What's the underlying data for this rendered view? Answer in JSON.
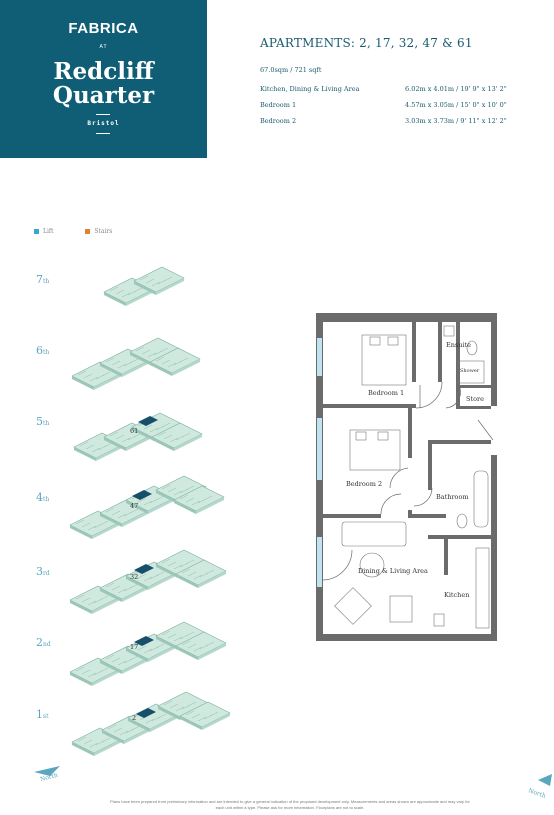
{
  "brand": {
    "name": "FABRICA",
    "at": "AT",
    "development_line1": "Redcliff",
    "development_line2": "Quarter",
    "city": "Bristol"
  },
  "header": {
    "title": "APARTMENTS: 2, 17, 32, 47 & 61",
    "area": "67.0sqm / 721 sqft"
  },
  "specs": [
    {
      "room": "Kitchen, Dining & Living Area",
      "size": "6.02m x 4.01m / 19' 9\" x 13' 2\""
    },
    {
      "room": "Bedroom 1",
      "size": "4.57m x 3.05m / 15' 0\" x 10' 0\""
    },
    {
      "room": "Bedroom 2",
      "size": "3.03m x 3.73m / 9' 11\" x 12' 2\""
    }
  ],
  "legend": {
    "lift_label": "Lift",
    "stairs_label": "Stairs",
    "lift_color": "#35a9d0",
    "stairs_color": "#e0832f"
  },
  "floors": [
    {
      "num": "7",
      "suffix": "th",
      "apartment": ""
    },
    {
      "num": "6",
      "suffix": "th",
      "apartment": ""
    },
    {
      "num": "5",
      "suffix": "th",
      "apartment": "61"
    },
    {
      "num": "4",
      "suffix": "th",
      "apartment": "47"
    },
    {
      "num": "3",
      "suffix": "rd",
      "apartment": "32"
    },
    {
      "num": "2",
      "suffix": "nd",
      "apartment": "17"
    },
    {
      "num": "1",
      "suffix": "st",
      "apartment": "2"
    }
  ],
  "plan": {
    "ensuite": "Ensuite",
    "shower": "Shower",
    "store": "Store",
    "bedroom1": "Bedroom 1",
    "bedroom2": "Bedroom 2",
    "bathroom": "Bathroom",
    "dining_living": "Dining & Living Area",
    "kitchen": "Kitchen"
  },
  "north_label": "North",
  "disclaimer": "Plans have been prepared from preliminary information and are intended to give a general indication of the proposed development only. Measurements and areas shown are approximate and may vary for each unit within a type. Please ask for more information. Floorplans are not to scale.",
  "colors": {
    "brand_bg": "#0f5e76",
    "wall": "#6b6b6b",
    "highlight_apartment": "#174f6b",
    "building_green": "#bfe3d6"
  }
}
